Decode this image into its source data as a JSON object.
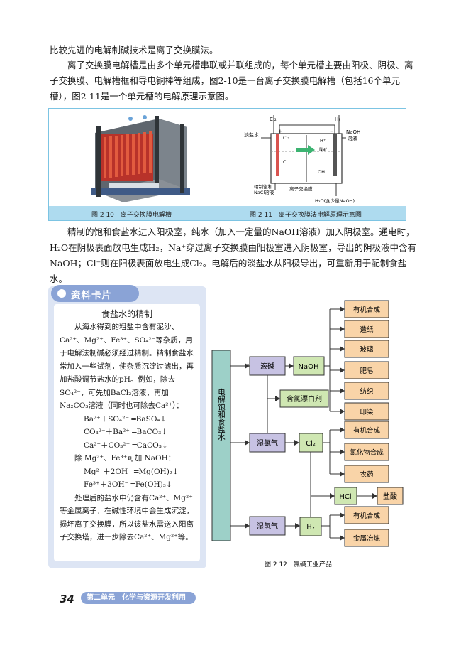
{
  "paragraphs": {
    "p1": "比较先进的电解制碱技术是离子交换膜法。",
    "p2": "离子交换膜电解槽是由多个单元槽串联或并联组成的，每个单元槽主要由阳极、阴极、离子交换膜、电解槽框和导电铜棒等组成，图2-10是一台离子交换膜电解槽（包括16个单元槽），图2-11是一个单元槽的电解原理示意图。",
    "p3": "精制的饱和食盐水进入阳极室，纯水（加入一定量的NaOH溶液）加入阴极室。通电时，H₂O在阴极表面放电生成H₂，Na⁺穿过离子交换膜由阳极室进入阴极室，导出的阴极液中含有NaOH；Cl⁻则在阳极表面放电生成Cl₂。电解后的淡盐水从阳极导出，可重新用于配制食盐水。"
  },
  "figure_panel": {
    "caption_left": "图 2 10　离子交换膜电解槽",
    "caption_right": "图 2 11　离子交换膜法电解原理示意图",
    "diagram": {
      "cl2_top": "Cl₂",
      "h2_top": "H₂",
      "dilute_brine": "淡盐水",
      "naoh_solution_1": "NaOH",
      "naoh_solution_2": "溶液",
      "cl2_inside": "Cl₂",
      "h_plus": "H⁺",
      "na_plus": "Na⁺",
      "cl_minus": "Cl⁻",
      "oh_minus": "OH⁻",
      "refined_1": "精制饱和",
      "refined_2": "NaCl溶液",
      "membrane": "离子交换膜",
      "water": "H₂O(含少量NaOH)",
      "plus_sign": "+",
      "minus_sign": "−"
    }
  },
  "card": {
    "tab_label": "资料卡片",
    "title": "食盐水的精制",
    "intro": "从海水得到的粗盐中含有泥沙、Ca²⁺、Mg²⁺、Fe³⁺、SO₄²⁻等杂质，用于电解法制碱必须经过精制。精制食盐水常加入一些试剂，使杂质沉淀过滤出，再加盐酸调节盐水的pH。例如，除去SO₄²⁻，可先加BaCl₂溶液，再加Na₂CO₃溶液（同时也可除去Ca²⁺）：",
    "eq1": "Ba²⁺＋SO₄²⁻ ═BaSO₄↓",
    "eq2": "CO₃²⁻＋Ba²⁺ ═BaCO₃↓",
    "eq3": "Ca²⁺＋CO₃²⁻ ═CaCO₃↓",
    "mid": "除 Mg²⁺、Fe³⁺可加 NaOH：",
    "eq4": "Mg²⁺＋2OH⁻ ═Mg(OH)₂↓",
    "eq5": "Fe³⁺＋3OH⁻ ═Fe(OH)₃↓",
    "outro": "处理后的盐水中仍含有Ca²⁺、Mg²⁺等金属离子，在碱性环境中会生成沉淀，损坏离子交换膜，所以该盐水需送入阳离子交换塔，进一步除去Ca²⁺、Mg²⁺等。"
  },
  "flowchart": {
    "source": "电解饱和食盐水",
    "liquid_alkali": "液碱",
    "naoh": "NaOH",
    "chlorine_bleach": "含氯漂白剂",
    "wet_cl2": "湿氯气",
    "cl2": "Cl₂",
    "wet_h2": "湿氢气",
    "h2": "H₂",
    "hcl": "HCl",
    "hydrochloric_acid": "盐酸",
    "naoh_products": [
      "有机合成",
      "造纸",
      "玻璃",
      "肥皂",
      "纺织",
      "印染"
    ],
    "cl2_products": [
      "有机合成",
      "氯化物合成",
      "农药"
    ],
    "h2_products": [
      "有机合成",
      "金属冶炼"
    ],
    "caption": "图 2 12　氯碱工业产品",
    "colors": {
      "teal": "#9dd0c8",
      "purple": "#c7c2e3",
      "green": "#cfe7b2",
      "orange": "#f9d4a8"
    }
  },
  "footer": {
    "page_number": "34",
    "unit_label": "第二单元　化学与资源开发利用"
  }
}
